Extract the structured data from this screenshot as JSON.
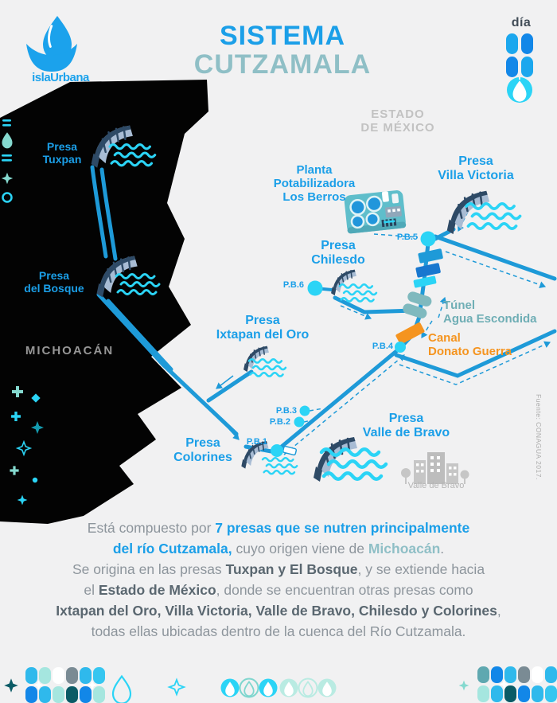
{
  "header": {
    "brand": {
      "name": "islaUrbana",
      "icon": "water-drop-bowl-icon"
    },
    "title_line1": "SISTEMA",
    "title_line2": "CUTZAMALA",
    "dia_logo": {
      "text": "día",
      "icon": "dia-water-blocks-icon"
    }
  },
  "map": {
    "state_label": "ESTADO\nDE MÉXICO",
    "michoacan_label": "MICHOACÁN",
    "dams": {
      "tuxpan": "Presa\nTuxpan",
      "bosque": "Presa\ndel Bosque",
      "ixtapan": "Presa\nIxtapan del Oro",
      "colorines": "Presa\nColorines",
      "chilesdo": "Presa\nChilesdo",
      "villa_victoria": "Presa\nVilla Victoria",
      "valle_de_bravo": "Presa\nValle de Bravo"
    },
    "plant_label": "Planta\nPotabilizadora\nLos Berros",
    "tunnel_label": "Túnel\nAgua Escondida",
    "canal_label": "Canal\nDonato Guerra",
    "city_label": "Valle de Bravo",
    "pumps": [
      "P.B.1",
      "P.B.2",
      "P.B.3",
      "P.B.4",
      "P.B.5",
      "P.B.6"
    ],
    "source_note": "Fuente: CONAGUA 2017."
  },
  "paragraph": {
    "lines": [
      [
        {
          "t": "Está compuesto por ",
          "s": "plain"
        },
        {
          "t": "7 presas que se nutren principalmente",
          "s": "blue"
        }
      ],
      [
        {
          "t": "del río Cutzamala,",
          "s": "blue"
        },
        {
          "t": " cuyo origen viene de ",
          "s": "plain"
        },
        {
          "t": "Michoacán",
          "s": "teal"
        },
        {
          "t": ".",
          "s": "plain"
        }
      ],
      [
        {
          "t": "Se origina en las presas ",
          "s": "plain"
        },
        {
          "t": "Tuxpan y El Bosque",
          "s": "dark"
        },
        {
          "t": ", y se extiende hacia",
          "s": "plain"
        }
      ],
      [
        {
          "t": "el ",
          "s": "plain"
        },
        {
          "t": "Estado de México",
          "s": "dark"
        },
        {
          "t": ", donde se encuentran otras presas como",
          "s": "plain"
        }
      ],
      [
        {
          "t": "Ixtapan del Oro, Villa Victoria, Valle de Bravo, Chilesdo y Colorines",
          "s": "dark"
        },
        {
          "t": ",",
          "s": "plain"
        }
      ],
      [
        {
          "t": "todas ellas ubicadas dentro de la cuenca del Río Cutzamala.",
          "s": "plain"
        }
      ]
    ]
  },
  "colors": {
    "accent_blue": "#1B9FE8",
    "cyan": "#2BD4F6",
    "teal_muted": "#8FBFC6",
    "teal_dark": "#6FAEB5",
    "orange": "#F5941F",
    "body_gray": "#8D959C",
    "bold_gray": "#5A6770",
    "black_region": "#000000",
    "background": "#F1F1F2"
  },
  "icons": {
    "brand": "water-drop-bowl-icon",
    "dia": "dia-water-blocks-icon",
    "dam": "dam-icon",
    "waves": "water-waves-icon",
    "plant": "treatment-plant-icon",
    "city": "city-buildings-icon",
    "tunnel": "tunnel-icon",
    "canal": "canal-gate-icon",
    "pump_node": "pump-station-node-icon",
    "droplet": "droplet-icon",
    "sparkle": "sparkle-star-icon",
    "mosaic": "mosaic-pattern-icon"
  }
}
